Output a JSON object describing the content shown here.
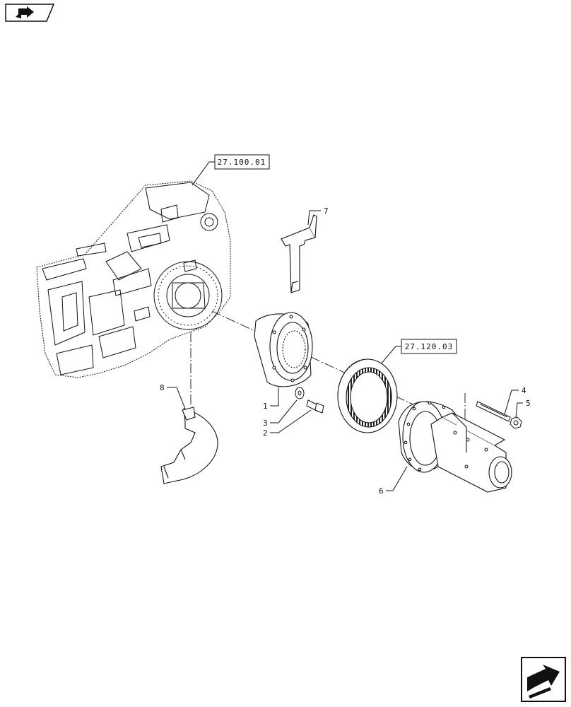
{
  "references": {
    "ref_a": "27.100.01",
    "ref_b": "27.120.03"
  },
  "callouts": {
    "c1": "1",
    "c2": "2",
    "c3": "3",
    "c4": "4",
    "c5": "5",
    "c6": "6",
    "c7": "7",
    "c8": "8"
  },
  "icons": {
    "top_left": "back-arrow-icon",
    "bottom_right": "next-page-arrow-icon"
  }
}
